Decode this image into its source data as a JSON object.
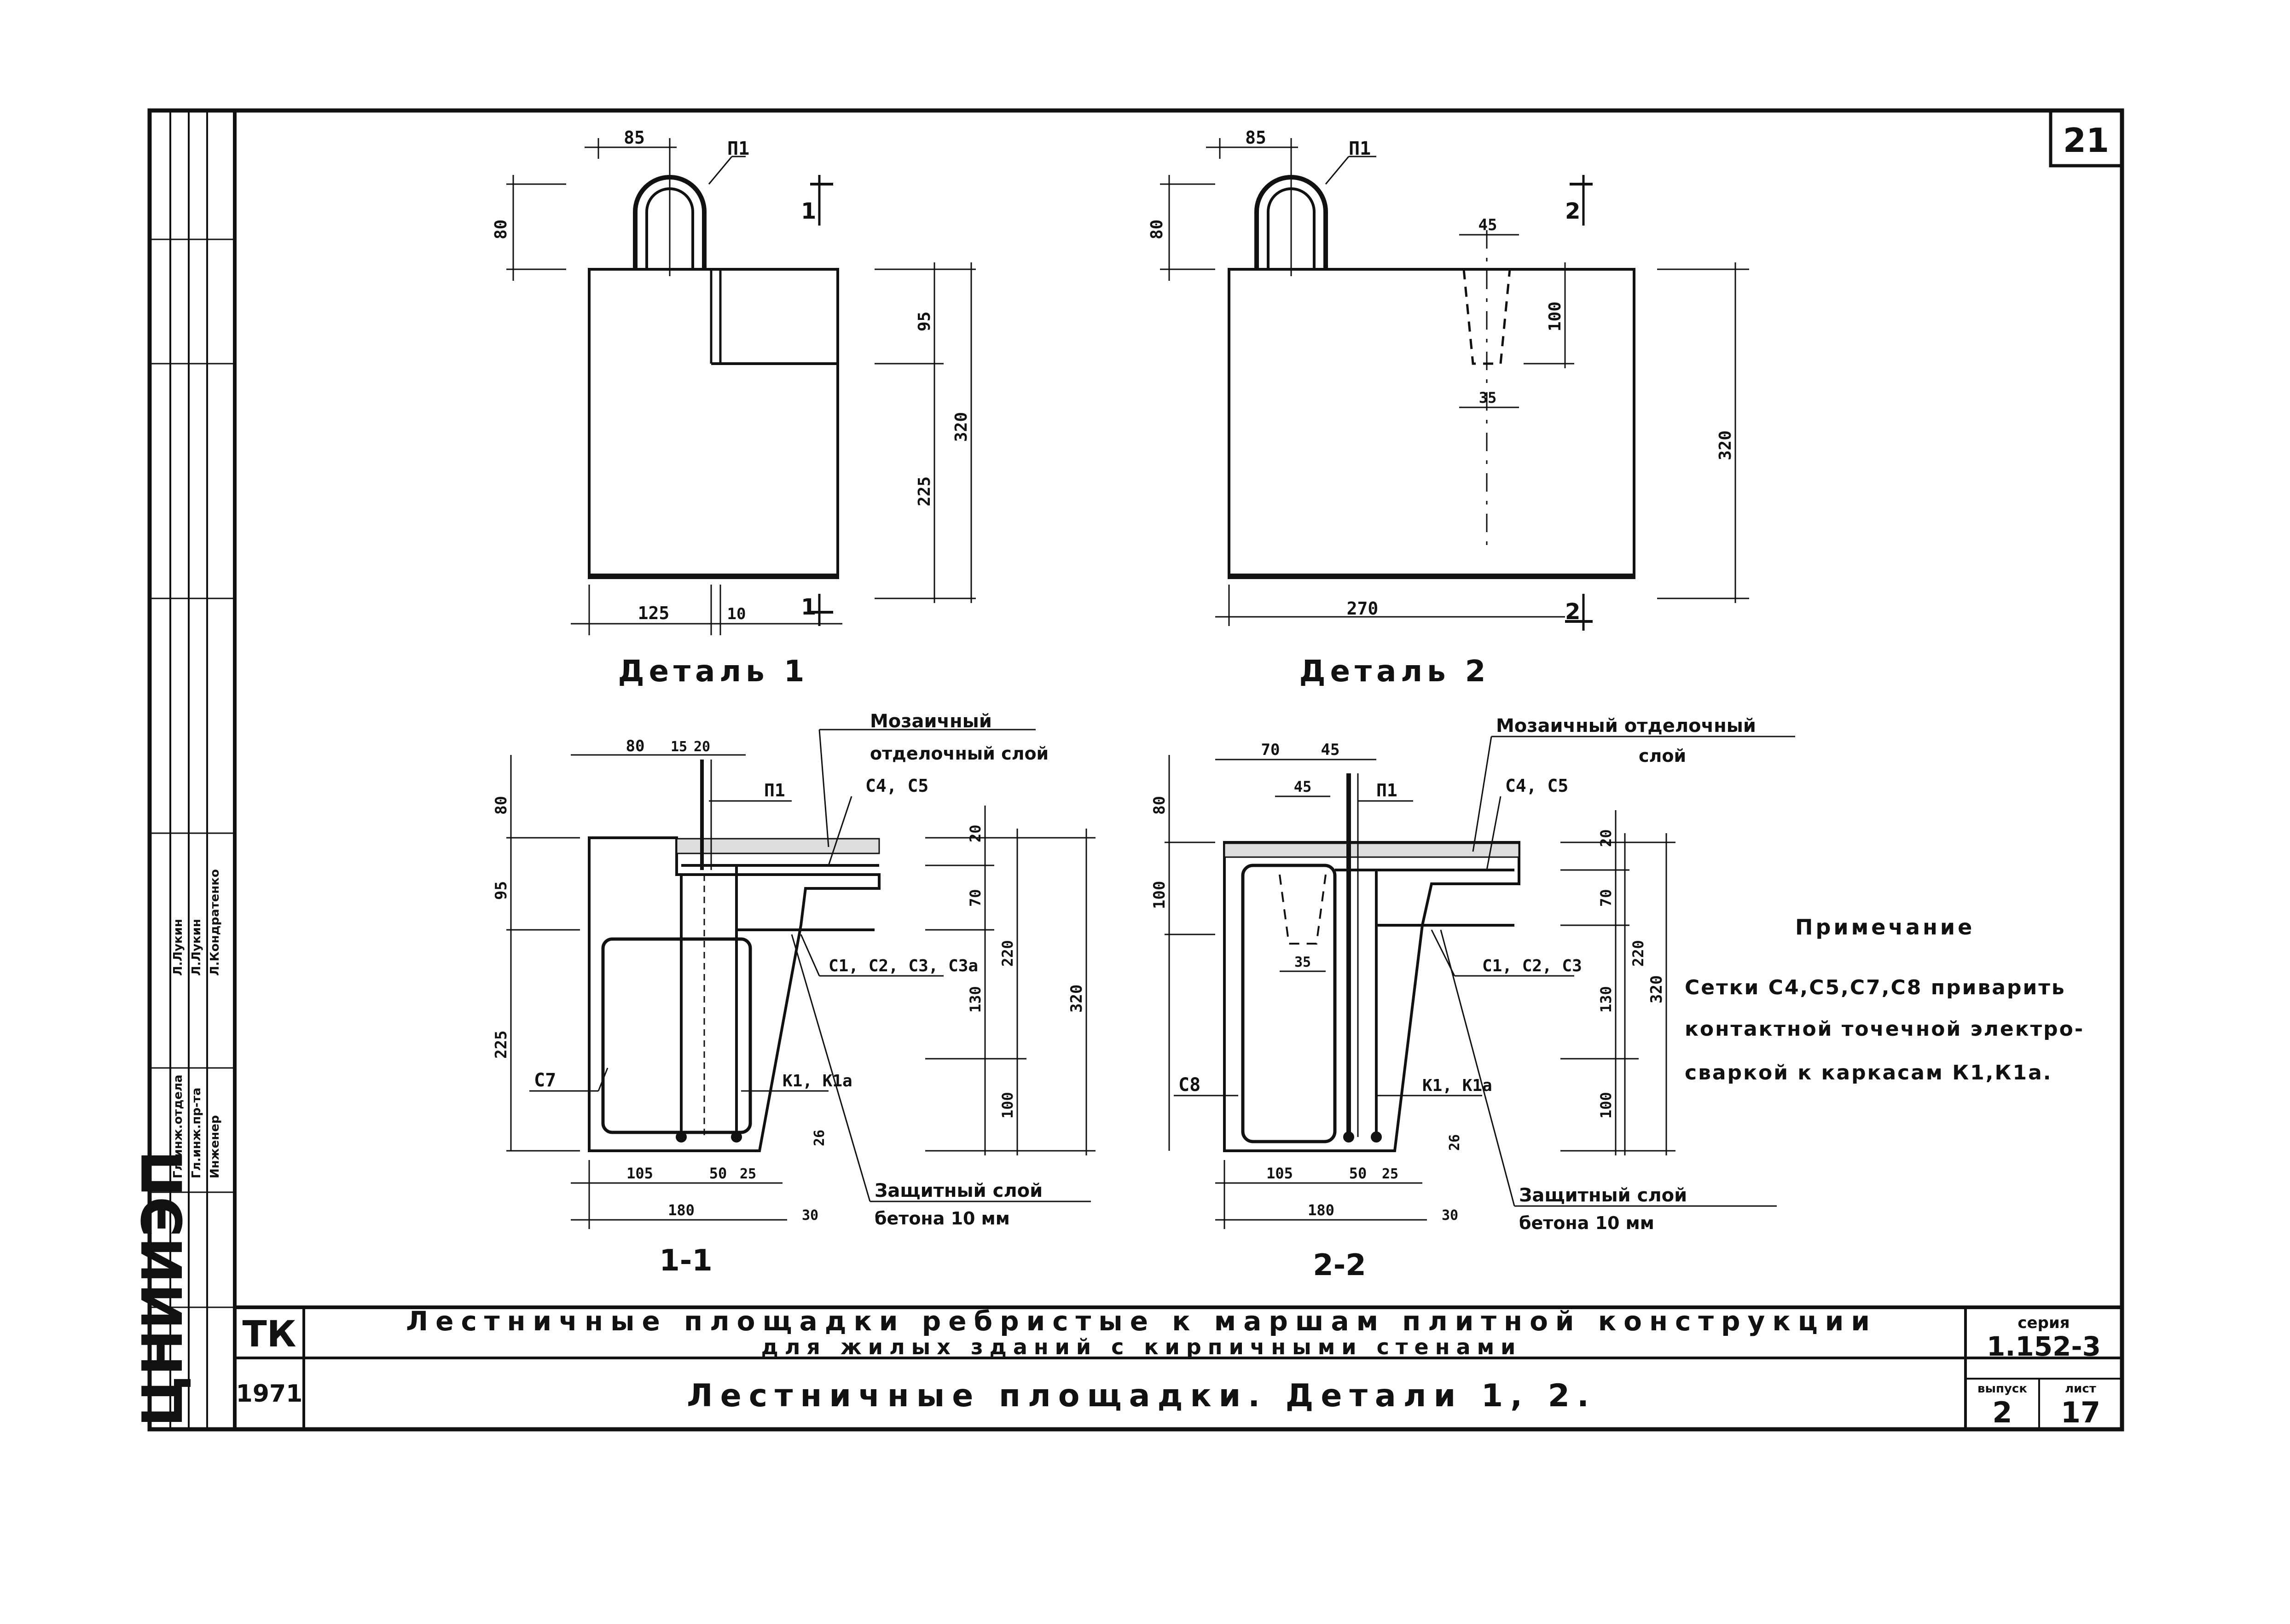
{
  "sheet": {
    "sheet_number": "21",
    "stamp_org": "ЦНИИЭП",
    "stamp_code": "ТК",
    "year": "1971",
    "title_line1": "Лестничные площадки ребристые к маршам плитной конструкции",
    "title_line2": "для жилых зданий с кирпичными стенами",
    "subtitle": "Лестничные площадки. Детали 1, 2.",
    "series_label": "серия",
    "series_value": "1.152-3",
    "issue_label": "выпуск",
    "issue_value": "2",
    "page_label": "лист",
    "page_value": "17",
    "approval_names": [
      "Л.Лукин",
      "Л.Лукин",
      "Л.Кондратенко"
    ],
    "approval_roles": [
      "Гл.инж.отдела",
      "Гл.инж.пр-та",
      "Инженер"
    ]
  },
  "detail1": {
    "caption": "Деталь 1",
    "hook_label": "П1",
    "section_mark": "1",
    "dims": {
      "top_width": "85",
      "hook_height": "80",
      "upper_h": "95",
      "lower_h": "225",
      "total_h": "320",
      "bottom_w1": "125",
      "bottom_w2": "10"
    }
  },
  "detail2": {
    "caption": "Деталь 2",
    "hook_label": "П1",
    "section_mark": "2",
    "dims": {
      "top_width": "85",
      "hook_height": "80",
      "slot_top": "45",
      "slot_h": "100",
      "slot_bottom": "35",
      "total_h": "320",
      "bottom_w": "270"
    }
  },
  "section1": {
    "caption": "1-1",
    "layer_label_a": "Мозаичный",
    "layer_label_b": "отделочный слой",
    "hook_label": "П1",
    "mesh_top": "С4, С5",
    "mesh_mid": "С1, С2, С3, С3а",
    "mesh_side": "С7",
    "frame_label": "К1, К1а",
    "cover_label_a": "Защитный слой",
    "cover_label_b": "бетона 10 мм",
    "dims": {
      "a": "80",
      "b": "15",
      "c": "20",
      "h1": "80",
      "h2": "95",
      "h3": "225",
      "r1": "20",
      "r2": "70",
      "r3": "130",
      "r4": "100",
      "r5": "220",
      "r6": "320",
      "b1": "105",
      "b2": "50",
      "b3": "25",
      "b4": "180",
      "b5": "30",
      "d26": "26"
    }
  },
  "section2": {
    "caption": "2-2",
    "layer_label_a": "Мозаичный отделочный",
    "layer_label_b": "слой",
    "hook_label": "П1",
    "mesh_top": "С4, С5",
    "mesh_mid": "С1, С2, С3",
    "mesh_side": "С8",
    "frame_label": "К1, К1а",
    "cover_label_a": "Защитный слой",
    "cover_label_b": "бетона 10 мм",
    "dims": {
      "a": "70",
      "b": "45",
      "s1": "45",
      "s2": "35",
      "h1": "80",
      "h2": "100",
      "r1": "20",
      "r2": "70",
      "r3": "130",
      "r4": "100",
      "r5": "220",
      "r6": "320",
      "b1": "105",
      "b2": "50",
      "b3": "25",
      "b4": "180",
      "b5": "30",
      "d26": "26"
    }
  },
  "note": {
    "heading": "Примечание",
    "lines": [
      "Сетки С4,С5,С7,С8 приварить",
      "контактной точечной электро-",
      "сваркой к каркасам К1,К1а."
    ]
  }
}
